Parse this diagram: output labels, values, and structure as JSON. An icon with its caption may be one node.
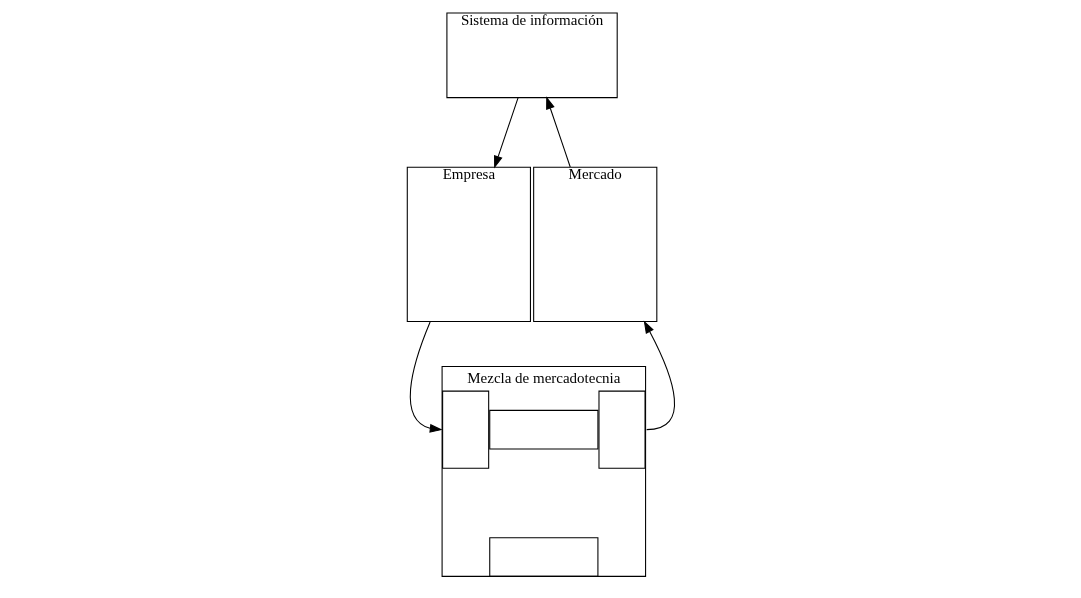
{
  "diagram": {
    "nodes": [
      {
        "text": [
          "Sistema de información"
        ]
      },
      {
        "text": [
          "Empresa"
        ]
      },
      {
        "text": [
          "Mezcla de mercadotecnia"
        ]
      },
      {
        "text": [
          "Mercado"
        ]
      },
      {
        "text": [],
        "shape": "box",
        "in": 2
      },
      {
        "text": [],
        "shape": "box",
        "in": 2
      },
      {
        "text": [],
        "shape": "box",
        "in": 2
      },
      {
        "text": [],
        "shape": "box",
        "in": 2
      }
    ],
    "edges": [
      {
        "from": 0,
        "to": 1,
        "arrow": "to"
      },
      {
        "from": 1,
        "to": 2,
        "arrow": "to"
      },
      {
        "from": 2,
        "to": 3,
        "arrow": "to"
      },
      {
        "from": 3,
        "to": 0,
        "arrow": "to"
      }
    ]
  }
}
